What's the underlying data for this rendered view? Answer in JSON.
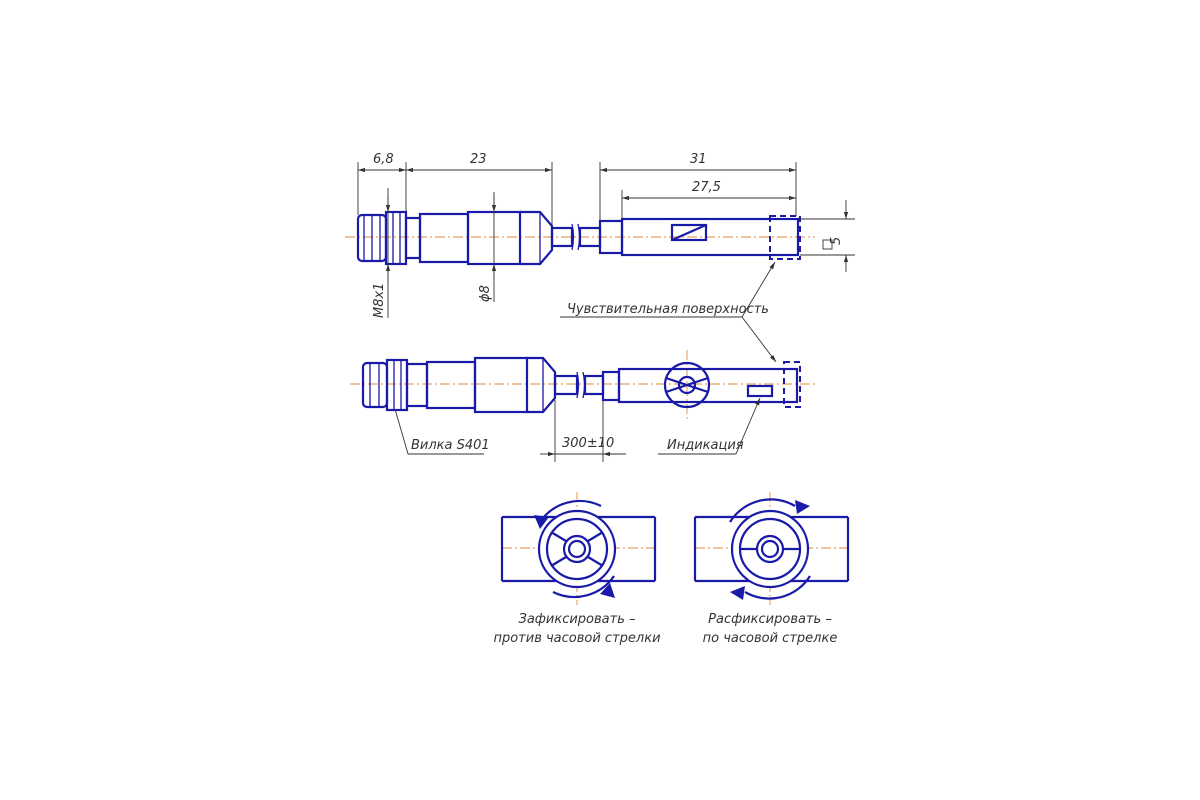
{
  "dimensions": {
    "d1": "6,8",
    "d2": "23",
    "d3": "31",
    "d4": "27,5",
    "d5": "5",
    "d6": "M8x1",
    "d7": "ϕ8",
    "d8": "300±10"
  },
  "labels": {
    "sensitive_surface": "Чувствительная поверхность",
    "plug": "Вилка S401",
    "indication": "Индикация"
  },
  "instructions": {
    "lock_line1": "Зафиксировать –",
    "lock_line2": "против часовой стрелки",
    "unlock_line1": "Расфиксировать –",
    "unlock_line2": "по часовой стрелке"
  },
  "colors": {
    "body": "#1a1aa8",
    "dimension": "#333333",
    "centerline": "#e08a3a"
  }
}
